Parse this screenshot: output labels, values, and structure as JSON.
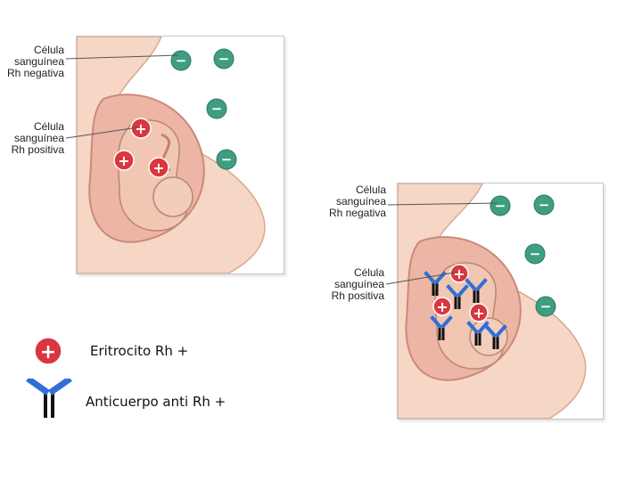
{
  "labels": {
    "rh_negative_cell": "Célula\nsanguínea\nRh negativa",
    "rh_positive_cell": "Célula\nsanguínea\nRh positiva"
  },
  "legend": {
    "erythrocyte": "Eritrocito Rh +",
    "antibody": "Anticuerpo anti Rh +"
  },
  "symbols": {
    "positive": "+",
    "negative": "−"
  },
  "colors": {
    "positive_cell": "#d9373d",
    "negative_cell": "#3f9e82",
    "antibody_arm": "#2f6fd6",
    "antibody_stem": "#111111",
    "uterus": "#ecb5a5",
    "skin": "#f6d6c4"
  }
}
